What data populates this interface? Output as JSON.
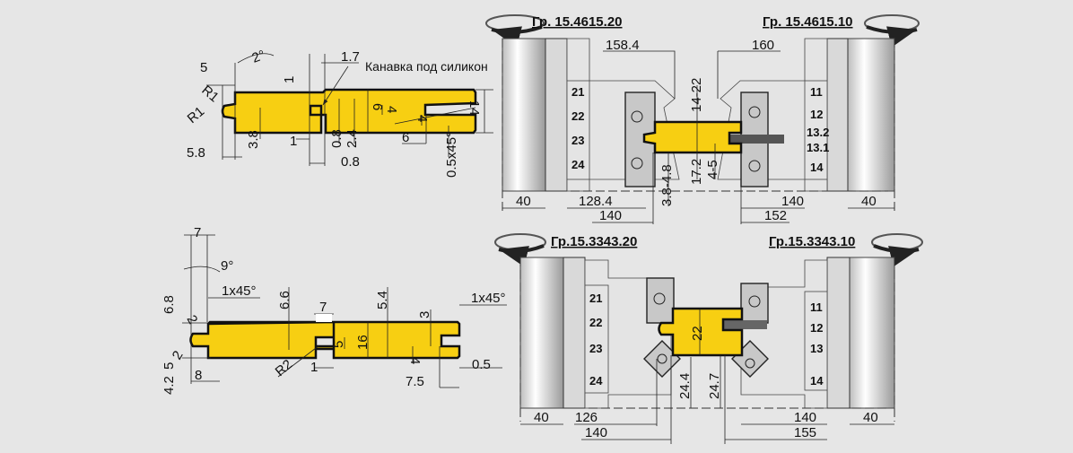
{
  "profile1": {
    "note": "Канавка под силикон",
    "dims": [
      "5",
      "2°",
      "R1",
      "R1",
      "1",
      "1.7",
      "6",
      "4",
      "14",
      "4",
      "6",
      "3.8",
      "1",
      "0.8",
      "2.4",
      "0.8",
      "5.8",
      "0.5x45°"
    ]
  },
  "profile2": {
    "dims": [
      "7",
      "9°",
      "1x45°",
      "6.8",
      "2",
      "6.6",
      "7",
      "5.4",
      "3",
      "1x45°",
      "16",
      "5",
      "4",
      "R2",
      "1",
      "5",
      "2",
      "4.2",
      "8",
      "0.5",
      "7.5"
    ]
  },
  "tooling1": {
    "left_title": "Гр. 15.4615.20",
    "right_title": "Гр. 15.4615.10",
    "left_slots": [
      "21",
      "22",
      "23",
      "24"
    ],
    "right_slots": [
      "11",
      "12",
      "13.2",
      "13.1",
      "14"
    ],
    "dims": [
      "158.4",
      "160",
      "14-22",
      "17.2",
      "4-5",
      "3.8-4.8",
      "40",
      "128.4",
      "140",
      "140",
      "40",
      "152"
    ]
  },
  "tooling2": {
    "left_title": "Гр.15.3343.20",
    "right_title": "Гр.15.3343.10",
    "left_slots": [
      "21",
      "22",
      "23",
      "24"
    ],
    "right_slots": [
      "11",
      "12",
      "13",
      "14"
    ],
    "dims": [
      "22",
      "24.4",
      "24.7",
      "40",
      "126",
      "140",
      "140",
      "155",
      "40"
    ]
  },
  "colors": {
    "board": "#f7cf12",
    "background": "#e6e6e6"
  }
}
